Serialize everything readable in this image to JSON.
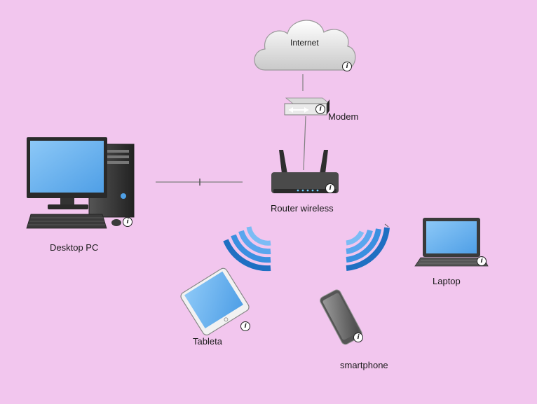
{
  "nodes": {
    "internet": {
      "label": "Internet"
    },
    "modem": {
      "label": "Modem"
    },
    "router": {
      "label": "Router wireless"
    },
    "desktop": {
      "label": "Desktop PC"
    },
    "laptop": {
      "label": "Laptop"
    },
    "tablet": {
      "label": "Tableta"
    },
    "smartphone": {
      "label": "smartphone"
    }
  },
  "info_icon_glyph": "i",
  "colors": {
    "background": "#f2c6ee",
    "screen": "#6fb6f2",
    "wifi": "#3a8fe0",
    "device_dark": "#3a3a3a",
    "link": "#808080"
  }
}
